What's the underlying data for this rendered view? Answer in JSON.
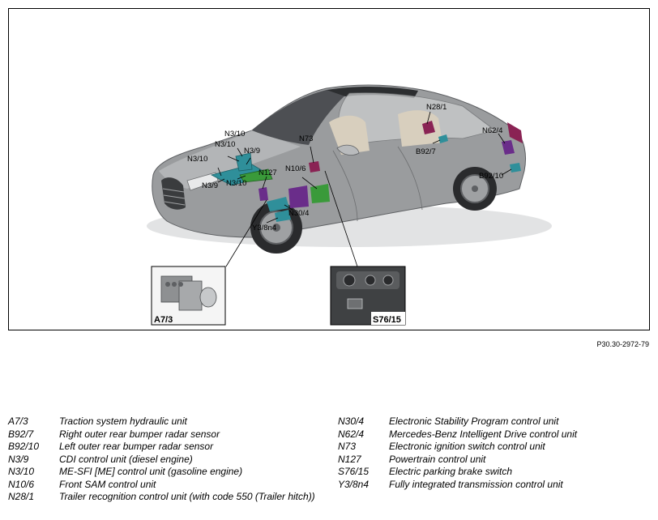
{
  "figure": {
    "reference": "P30.30-2972-79",
    "callouts": [
      "N3/10",
      "N3/10",
      "N3/9",
      "N3/10",
      "N3/9",
      "N3/10",
      "N127",
      "N73",
      "N10/6",
      "N30/4",
      "Y3/8n4",
      "N28/1",
      "B92/7",
      "N62/4",
      "B92/10"
    ],
    "insets": [
      {
        "label": "A7/3"
      },
      {
        "label": "S76/15"
      }
    ],
    "colors": {
      "car_body": "#9a9c9e",
      "car_dark": "#5e6063",
      "glass": "#3f4245",
      "interior": "#d8cfbe",
      "component_teal": "#2f8f9a",
      "component_green": "#3a9a3a",
      "component_magenta": "#8a2354",
      "component_purple": "#6a2d8a"
    }
  },
  "legend": {
    "left": [
      {
        "code": "A7/3",
        "desc": "Traction system hydraulic unit"
      },
      {
        "code": "B92/7",
        "desc": "Right outer rear bumper radar sensor"
      },
      {
        "code": "B92/10",
        "desc": "Left outer rear bumper radar sensor"
      },
      {
        "code": "N3/9",
        "desc": "CDI control unit (diesel engine)"
      },
      {
        "code": "N3/10",
        "desc": "ME-SFI [ME] control unit (gasoline engine)"
      },
      {
        "code": "N10/6",
        "desc": "Front SAM control unit"
      },
      {
        "code": "N28/1",
        "desc": "Trailer recognition control unit (with code 550 (Trailer hitch))"
      }
    ],
    "right": [
      {
        "code": "N30/4",
        "desc": "Electronic Stability Program control unit"
      },
      {
        "code": "N62/4",
        "desc": "Mercedes-Benz Intelligent Drive control unit"
      },
      {
        "code": "N73",
        "desc": "Electronic ignition switch control unit"
      },
      {
        "code": "N127",
        "desc": "Powertrain control unit"
      },
      {
        "code": "S76/15",
        "desc": "Electric parking brake switch"
      },
      {
        "code": "Y3/8n4",
        "desc": "Fully integrated transmission control unit"
      }
    ]
  }
}
